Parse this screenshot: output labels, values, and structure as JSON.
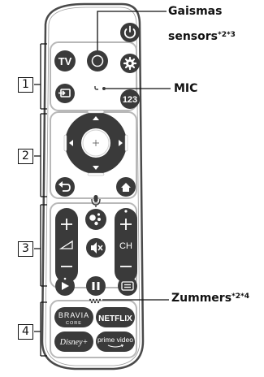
{
  "callouts": {
    "light_sensor": {
      "line1": "Gaismas",
      "line2": "sensors",
      "sup": "*2*3"
    },
    "mic": "MIC",
    "buzzer": {
      "text": "Zummers",
      "sup": "*2*4"
    }
  },
  "sections": [
    "1",
    "2",
    "3",
    "4"
  ],
  "buttons": {
    "tv": "TV",
    "num123": "123",
    "ch": "CH",
    "bravia": "BRAVIA",
    "bravia_sub": "CORE",
    "netflix": "NETFLIX",
    "disney": "Disney+",
    "prime": "prime video"
  },
  "icons": {
    "power": "power-icon",
    "settings": "gear-icon",
    "input": "input-icon",
    "back": "back-icon",
    "home": "home-icon",
    "mic": "microphone-icon",
    "assistant": "google-assistant-icon",
    "mute": "mute-icon",
    "play": "play-icon",
    "pause": "pause-icon",
    "guide": "guide-icon"
  },
  "colors": {
    "body": "#ffffff",
    "outline": "#4a4a4a",
    "button": "#3a3a3a",
    "button_text": "#ffffff",
    "panel_stroke": "#b8b8b8"
  }
}
